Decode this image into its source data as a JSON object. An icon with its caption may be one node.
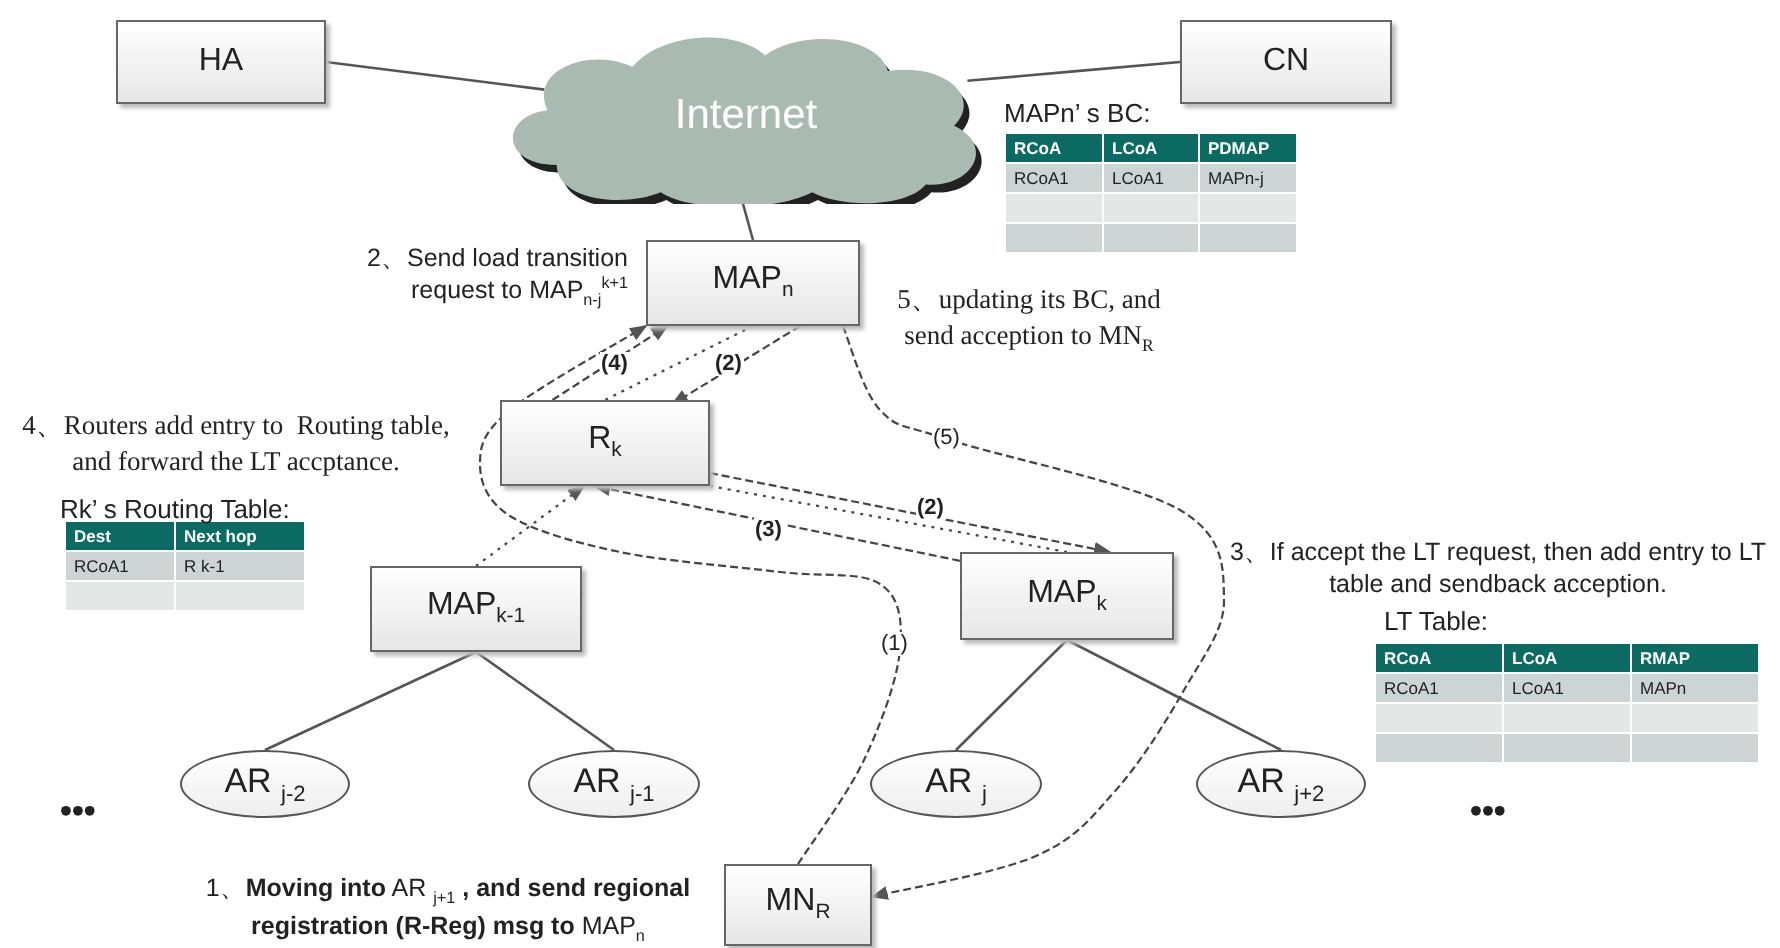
{
  "diagram": {
    "nodes": [
      {
        "text": [
          "HA"
        ]
      },
      {
        "text": [
          "Internet"
        ]
      },
      {
        "text": [
          "CN"
        ]
      },
      {
        "text": [
          "MAP$_{n}$"
        ]
      },
      {
        "text": [
          "R$_{k}$"
        ]
      },
      {
        "text": [
          "MAP$_{k-1}$"
        ]
      },
      {
        "text": [
          "MAP$_{k}$"
        ]
      },
      {
        "text": [
          "AR $_{j-2}$"
        ]
      },
      {
        "text": [
          "AR $_{j-1}$"
        ]
      },
      {
        "text": [
          "AR $_{j}$"
        ]
      },
      {
        "text": [
          "AR $_{j+2}$"
        ]
      },
      {
        "text": [
          "MN$_{R}$"
        ]
      }
    ],
    "edges": [
      {
        "from": 0,
        "to": 1,
        "arrow": "none"
      },
      {
        "from": 2,
        "to": 1,
        "arrow": "none"
      },
      {
        "from": 1,
        "to": 3,
        "arrow": "none"
      },
      {
        "from": 5,
        "to": 7,
        "arrow": "none"
      },
      {
        "from": 5,
        "to": 8,
        "arrow": "none"
      },
      {
        "from": 6,
        "to": 9,
        "arrow": "none"
      },
      {
        "from": 6,
        "to": 10,
        "arrow": "none"
      },
      {
        "from": 11,
        "to": 3,
        "arrow": "to",
        "label": "(1)",
        "style": "dashed"
      },
      {
        "from": 3,
        "to": 4,
        "arrow": "to",
        "label": "(2)",
        "style": "dashed"
      },
      {
        "from": 4,
        "to": 3,
        "arrow": "to",
        "label": "(4)",
        "style": "dashed"
      },
      {
        "from": 3,
        "to": 4,
        "arrow": "none",
        "style": "dashed"
      },
      {
        "from": 4,
        "to": 6,
        "arrow": "to",
        "label": "(2)",
        "style": "dashed"
      },
      {
        "from": 4,
        "to": 6,
        "arrow": "none",
        "style": "dashed"
      },
      {
        "from": 6,
        "to": 4,
        "arrow": "to",
        "label": "(3)",
        "style": "dashed"
      },
      {
        "from": 5,
        "to": 4,
        "arrow": "to",
        "style": "dashed"
      },
      {
        "from": 3,
        "to": 11,
        "arrow": "to",
        "label": "(5)",
        "style": "dashed"
      }
    ],
    "labels": [
      "2、Send load transition request to MAP$_{n-j}$$^{k+1}$",
      "5、updating its BC, and send acception to MN$_{R}$",
      "4、Routers add entry to  Routing table, and forward the LT accptance.",
      "3、If accept the LT request, then add entry to LT table and sendback acception.",
      "1、**Moving into** AR $_{j+1}$ **, and send regional registration (R-Reg) msg to** MAP$_{n}$",
      "MAPn’ s BC:",
      "RCoA",
      "LCoA",
      "PDMAP",
      "RCoA1",
      "LCoA1",
      "MAPn-j",
      "Rk’ s Routing Table:",
      "Dest",
      "Next hop",
      "RCoA1",
      "R k-1",
      "LT Table:",
      "RCoA",
      "LCoA",
      "RMAP",
      "RCoA1",
      "LCoA1",
      "MAPn",
      "•••",
      "•••"
    ]
  }
}
